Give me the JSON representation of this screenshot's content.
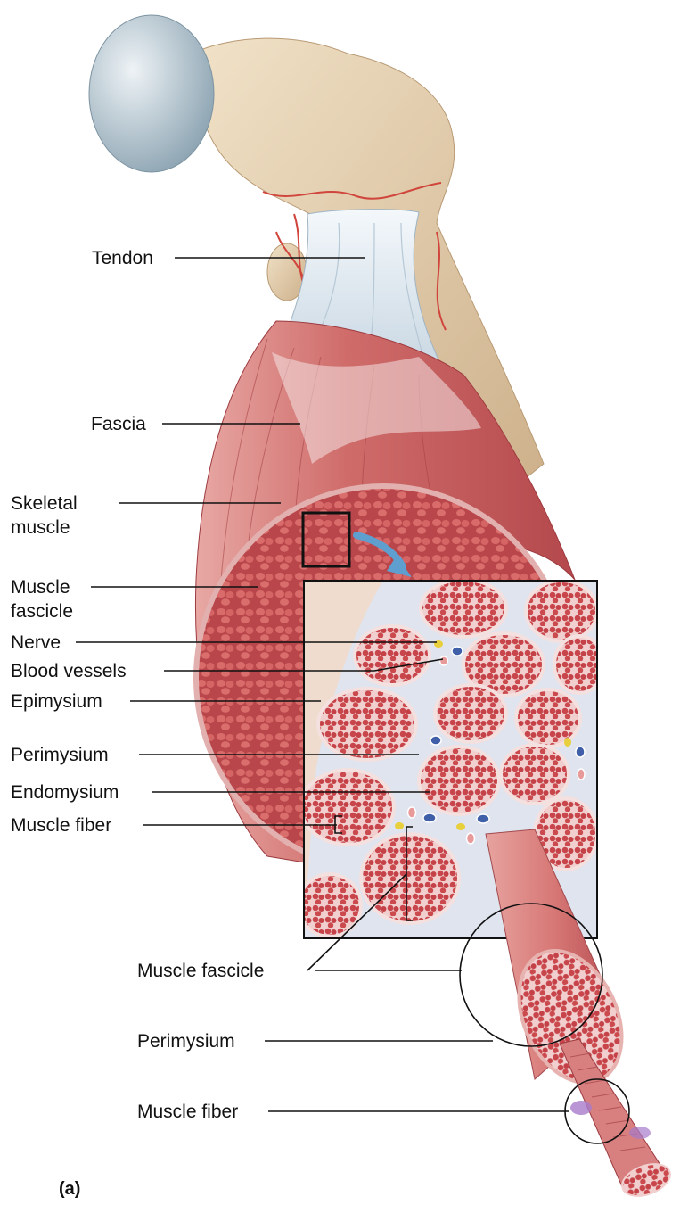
{
  "labels": {
    "tendon": "Tendon",
    "fascia": "Fascia",
    "skeletal_muscle_1": "Skeletal",
    "skeletal_muscle_2": "muscle",
    "muscle_fascicle_1": "Muscle",
    "muscle_fascicle_2": "fascicle",
    "nerve": "Nerve",
    "blood_vessels": "Blood vessels",
    "epimysium": "Epimysium",
    "perimysium": "Perimysium",
    "endomysium": "Endomysium",
    "muscle_fiber": "Muscle fiber",
    "muscle_fascicle_lower": "Muscle fascicle",
    "perimysium_lower": "Perimysium",
    "muscle_fiber_lower": "Muscle fiber"
  },
  "panel_letter": "(a)",
  "colors": {
    "bone": "#e8d3b5",
    "cartilage": "#c9d6de",
    "tendon": "#e3ecf2",
    "muscle": "#c8585a",
    "muscle_dark": "#a83a40",
    "connective": "#dfe4ef",
    "nerve": "#e8cf3c",
    "vein": "#3f5fa8",
    "artery": "#e89a9a",
    "arrow": "#5f9fd0"
  }
}
